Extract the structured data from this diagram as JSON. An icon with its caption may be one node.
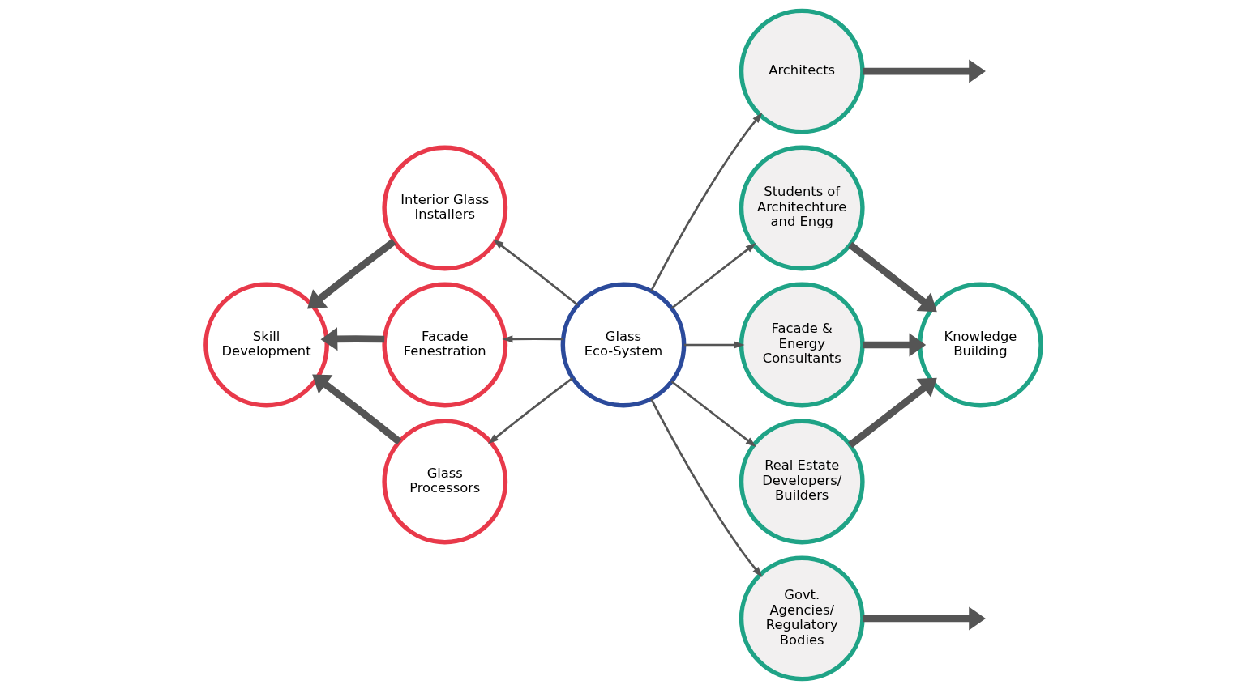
{
  "diagram": {
    "nodes": [
      {
        "text": [
          "Glass Eco-System"
        ]
      },
      {
        "text": [
          "Architects"
        ]
      },
      {
        "text": [
          "Students of Architechture and Engg"
        ]
      },
      {
        "text": [
          "Facade & Energy Consultants"
        ]
      },
      {
        "text": [
          "Real Estate Developers/ Builders"
        ]
      },
      {
        "text": [
          "Govt. Agencies/ Regulatory Bodies"
        ]
      },
      {
        "text": [
          "Interior Glass Installers"
        ]
      },
      {
        "text": [
          "Facade Fenestration"
        ]
      },
      {
        "text": [
          "Glass Processors"
        ]
      },
      {
        "text": [
          "Skill Development"
        ]
      },
      {
        "text": [
          "Knowledge Building"
        ]
      }
    ],
    "edges": [
      {
        "from": 0,
        "to": 1,
        "arrow": "to"
      },
      {
        "from": 0,
        "to": 2,
        "arrow": "to"
      },
      {
        "from": 0,
        "to": 3,
        "arrow": "to"
      },
      {
        "from": 0,
        "to": 4,
        "arrow": "to"
      },
      {
        "from": 0,
        "to": 5,
        "arrow": "to"
      },
      {
        "from": 0,
        "to": 6,
        "arrow": "to"
      },
      {
        "from": 0,
        "to": 7,
        "arrow": "to"
      },
      {
        "from": 0,
        "to": 8,
        "arrow": "to"
      },
      {
        "from": 8,
        "to": 9,
        "arrow": "to",
        "style": "thick"
      },
      {
        "from": 7,
        "to": 9,
        "arrow": "to",
        "style": "thick"
      },
      {
        "from": 6,
        "to": 9,
        "arrow": "to",
        "style": "thick"
      },
      {
        "from": 1,
        "to": null,
        "arrow": "to",
        "style": "thick"
      },
      {
        "from": 2,
        "to": 10,
        "arrow": "to",
        "style": "thick"
      },
      {
        "from": 3,
        "to": 10,
        "arrow": "to",
        "style": "thick"
      },
      {
        "from": 4,
        "to": 10,
        "arrow": "to",
        "style": "thick"
      },
      {
        "from": 5,
        "to": null,
        "arrow": "to",
        "style": "thick"
      }
    ]
  }
}
